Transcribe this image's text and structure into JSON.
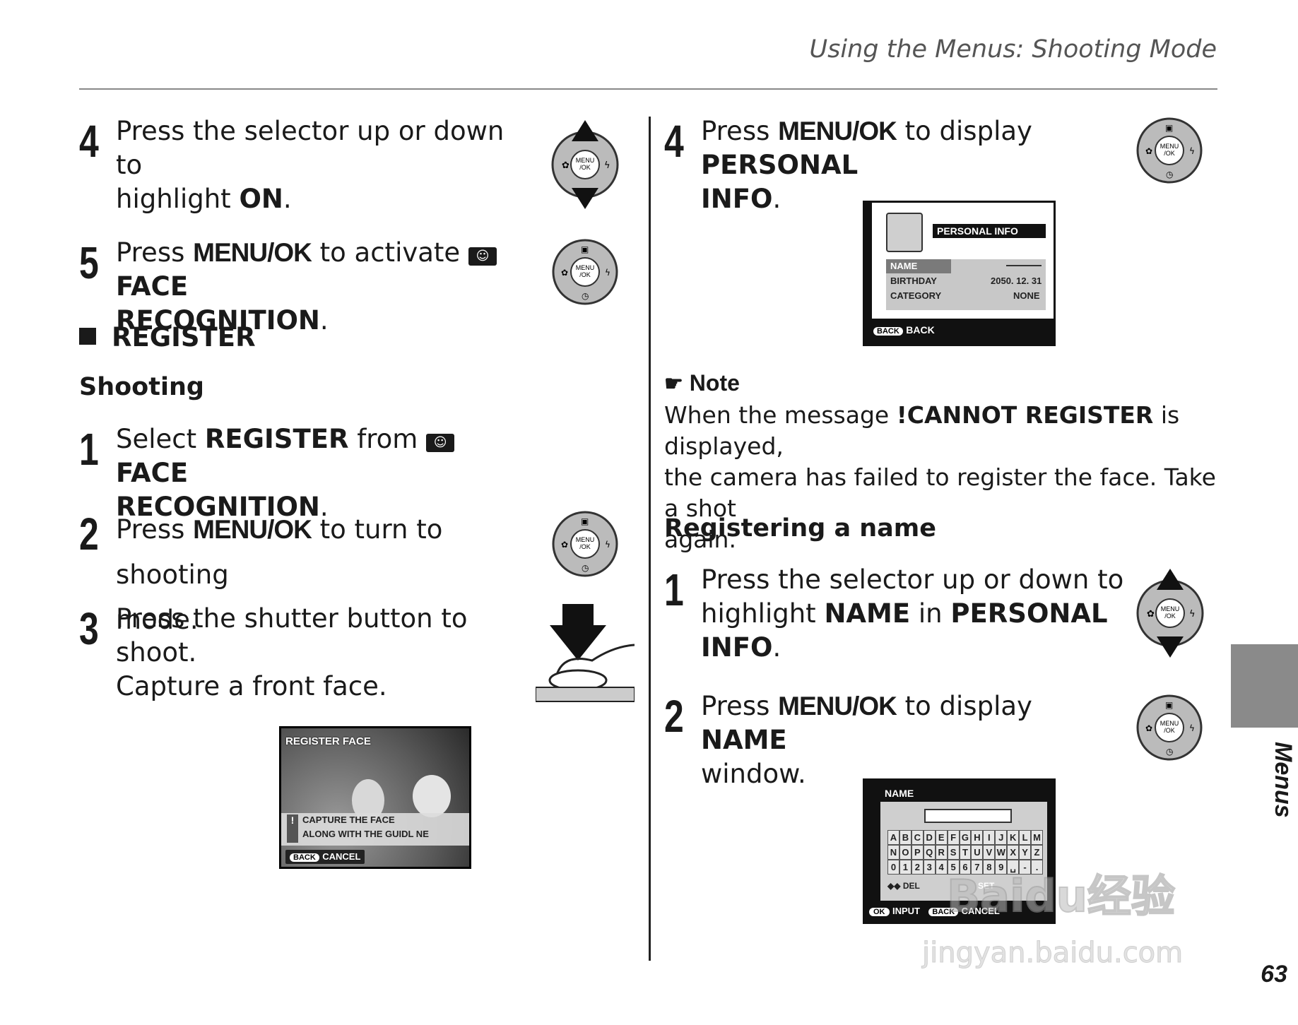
{
  "header": {
    "running_title": "Using the Menus: Shooting Mode"
  },
  "left": {
    "step4": {
      "num": "4",
      "line1": "Press the selector up or down to",
      "line2_pre": "highlight ",
      "line2_bold": "ON",
      "line2_post": "."
    },
    "step5": {
      "num": "5",
      "pre": "Press ",
      "menu_ok": "MENU/OK",
      "mid": " to activate ",
      "face": "FACE",
      "line2_bold": "RECOGNITION",
      "line2_post": "."
    },
    "register_heading": "REGISTER",
    "shooting_heading": "Shooting",
    "step1": {
      "num": "1",
      "pre": "Select ",
      "register": "REGISTER",
      "mid": " from ",
      "face": "FACE",
      "line2_bold": "RECOGNITION",
      "line2_post": "."
    },
    "step2": {
      "num": "2",
      "pre": "Press ",
      "menu_ok": "MENU/OK",
      "post": " to turn to shooting",
      "line2": "mode."
    },
    "step3": {
      "num": "3",
      "line1": "Press the shutter button to shoot.",
      "line2": "Capture a front face."
    },
    "screen_register": {
      "title": "REGISTER FACE",
      "msg1": "CAPTURE THE FACE",
      "msg2": "ALONG WITH THE GUIDL NE",
      "back_key": "BACK",
      "cancel": "CANCEL"
    }
  },
  "right": {
    "step4": {
      "num": "4",
      "pre": "Press ",
      "menu_ok": "MENU/OK",
      "mid": " to display ",
      "bold1": "PERSONAL",
      "bold2": "INFO",
      "post": "."
    },
    "screen_personal": {
      "title": "PERSONAL INFO",
      "rows": [
        {
          "label": "NAME",
          "value": ""
        },
        {
          "label": "BIRTHDAY",
          "value": "2050. 12. 31"
        },
        {
          "label": "CATEGORY",
          "value": "NONE"
        }
      ],
      "back_key": "BACK",
      "back_label": "BACK"
    },
    "note": {
      "title": "Note",
      "line1_pre": "When the message ",
      "line1_bold": "!CANNOT REGISTER",
      "line1_post": " is displayed,",
      "line2": "the camera has failed to register the face.  Take a shot",
      "line3": "again."
    },
    "registering_heading": "Registering a name",
    "step1": {
      "num": "1",
      "line1": "Press the selector up or down to",
      "line2_pre": "highlight ",
      "line2_bold1": "NAME",
      "line2_mid": " in ",
      "line2_bold2": "PERSONAL",
      "line3_bold": "INFO",
      "line3_post": "."
    },
    "step2": {
      "num": "2",
      "pre": "Press ",
      "menu_ok": "MENU/OK",
      "mid": " to display ",
      "bold": "NAME",
      "line2": "window."
    },
    "screen_name": {
      "title": "NAME",
      "row1": [
        "A",
        "B",
        "C",
        "D",
        "E",
        "F",
        "G",
        "H",
        "I",
        "J",
        "K",
        "L",
        "M"
      ],
      "row2": [
        "N",
        "O",
        "P",
        "Q",
        "R",
        "S",
        "T",
        "U",
        "V",
        "W",
        "X",
        "Y",
        "Z"
      ],
      "row3": [
        "0",
        "1",
        "2",
        "3",
        "4",
        "5",
        "6",
        "7",
        "8",
        "9",
        "␣",
        "-",
        "."
      ],
      "del": "DEL",
      "set": "SET",
      "ok_key": "OK",
      "input": "INPUT",
      "back_key": "BACK",
      "cancel": "CANCEL"
    }
  },
  "side_tab": {
    "label": "Menus"
  },
  "page_number": "63",
  "watermark": {
    "logo": "Baidu经验",
    "url": "jingyan.baidu.com"
  },
  "dial": {
    "center_top": "MENU",
    "center_bottom": "/OK"
  }
}
